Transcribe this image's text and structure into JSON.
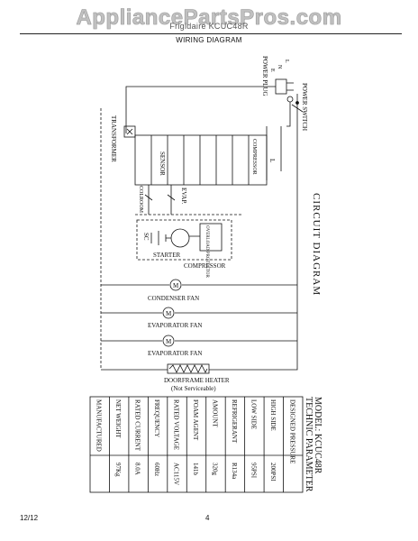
{
  "watermark": "AppliancePartsPros.com",
  "header": {
    "subtitle": "Frigidaire   KCUC48R",
    "title": "WIRING DIAGRAM"
  },
  "diagram": {
    "title": "CIRCUIT  DIAGRAM",
    "power_plug": "POWER PLUG",
    "power_switch": "POWER SWITCH",
    "plug_pins": [
      "L",
      "N",
      "E"
    ],
    "transformer": "TRANSFORMER",
    "sensor": "SENSOR",
    "evap": "EVAP.",
    "colroom": "COLROOM",
    "compressor_terminal": "COMPRESSOR",
    "line_label": "L",
    "overload_protector": "OVERLOAD PROTECTOR",
    "sc": "SC",
    "starter": "STARTER",
    "compressor": "COMPRESSOR",
    "condenser_fan": "CONDENSER FAN",
    "evaporator_fan_1": "EVAPORATOR FAN",
    "evaporator_fan_2": "EVAPORATOR FAN",
    "motor_symbol": "M",
    "doorframe_heater": "DOORFRAME HEATER",
    "not_serviceable": "(Not Serviceable)"
  },
  "parameters": {
    "model": "MODEL: KCUC48R",
    "heading": "TECHNIC  PARAMETER",
    "rows": [
      [
        "DESIGNED PRESSURE",
        ""
      ],
      [
        "HIGH SIDE",
        "200PSI"
      ],
      [
        "LOW SIDE",
        "95PSI"
      ],
      [
        "REFRIGERANT",
        "R134a"
      ],
      [
        "AMOUNT",
        "320g"
      ],
      [
        "FOAM AGENT",
        "141b"
      ],
      [
        "RATED VOLTAGE",
        "AC115V"
      ],
      [
        "FREQUENCY",
        "60Hz"
      ],
      [
        "RATED CURRENT",
        "8.0A"
      ],
      [
        "NET WEIGHT",
        "97Kg"
      ],
      [
        "MANUFACTURED",
        ""
      ]
    ]
  },
  "footer": {
    "date": "12/12",
    "page": "4"
  }
}
